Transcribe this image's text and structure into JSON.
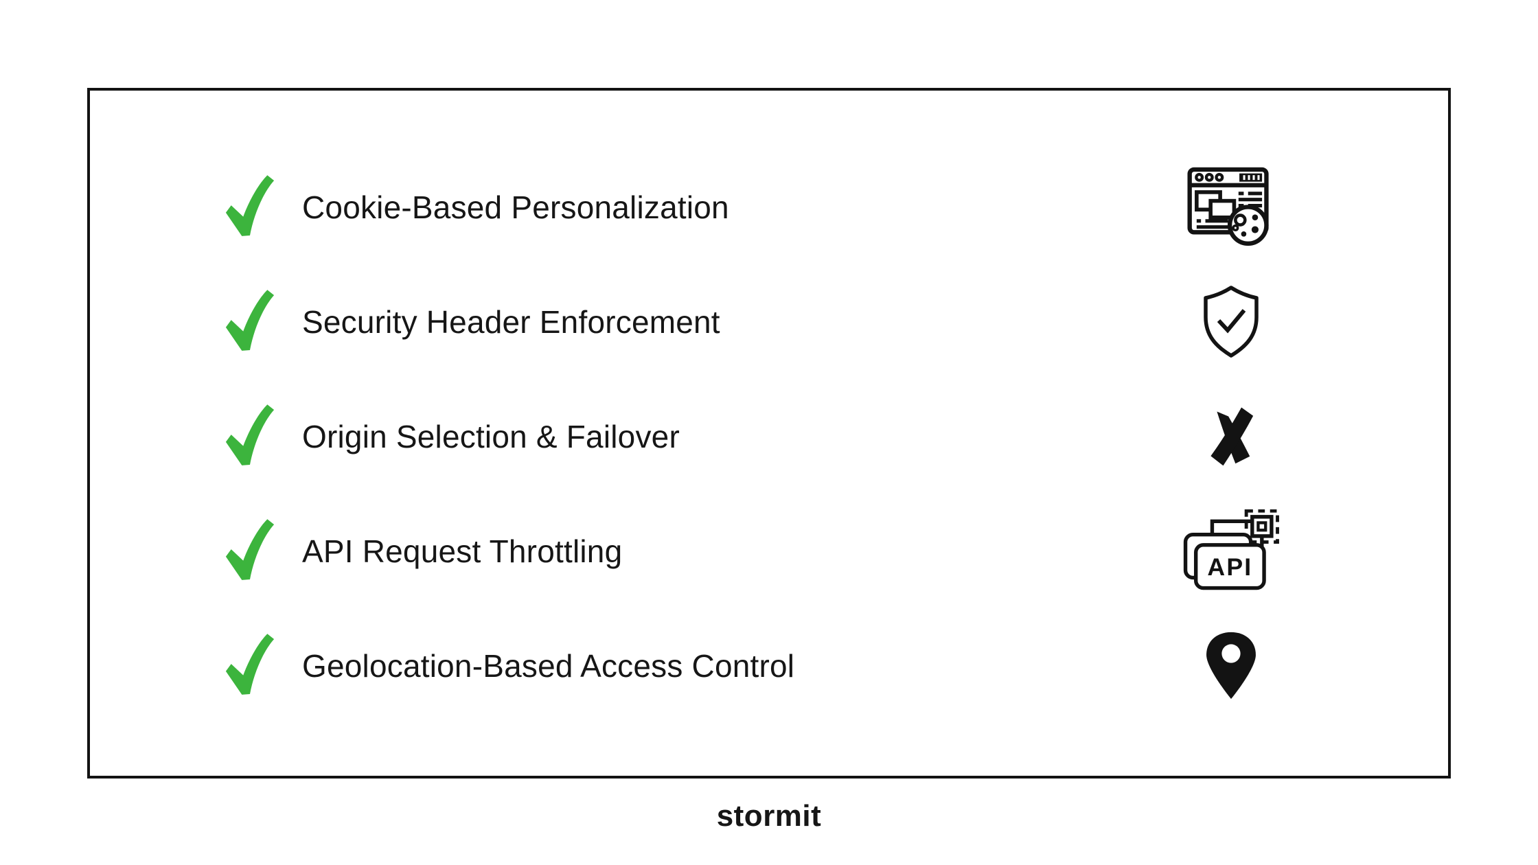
{
  "brand": {
    "logo_text": "stormit"
  },
  "colors": {
    "check_green": "#3cb43d",
    "icon_ink": "#131313",
    "text": "#161616",
    "background": "#ffffff"
  },
  "panel": {
    "items": [
      {
        "label": "Cookie-Based Personalization",
        "icon": "browser-cookie-icon"
      },
      {
        "label": "Security Header Enforcement",
        "icon": "shield-check-icon"
      },
      {
        "label": "Origin Selection & Failover",
        "icon": "x-mark-icon"
      },
      {
        "label": "API Request Throttling",
        "icon": "api-icon",
        "icon_label": "API"
      },
      {
        "label": "Geolocation-Based Access Control",
        "icon": "location-pin-icon"
      }
    ]
  }
}
